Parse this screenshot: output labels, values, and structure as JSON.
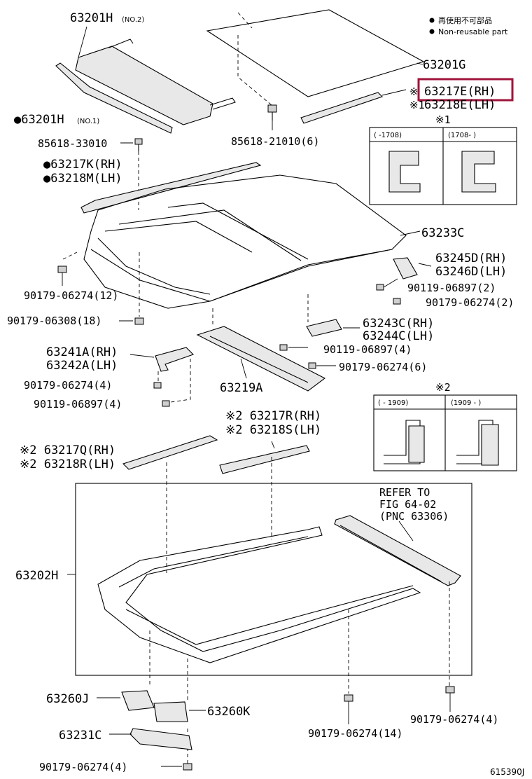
{
  "legend": {
    "jp": "再使用不可部品",
    "en": "Non-reusable part",
    "bullet": "●"
  },
  "figure_id": "615390J",
  "detail1": {
    "mark": "※1",
    "left_range": "(    -1708)",
    "right_range": "(1708-      )"
  },
  "detail2": {
    "mark": "※2",
    "left_range": "(   - 1909)",
    "right_range": "(1909 -     )"
  },
  "refer": {
    "line1": "REFER TO",
    "line2": "FIG 64-02",
    "line3": "(PNC 63306)"
  },
  "labels": {
    "p63201H_no2": "63201H",
    "no2": "(NO.2)",
    "p63201G": "63201G",
    "p63217E": "63217E(RH)",
    "p63218E": "63218E(LH)",
    "mark_s1_a": "※",
    "mark_s1_b": "※1",
    "p63201H_no1": "●63201H",
    "no1": "(NO.1)",
    "p85618_33010": "85618-33010",
    "p85618_21010": "85618-21010(6)",
    "p63217K": "●63217K(RH)",
    "p63218M": "●63218M(LH)",
    "p63233C": "63233C",
    "p63245D": "63245D(RH)",
    "p63246D": "63246D(LH)",
    "p90119_06897_2": "90119-06897(2)",
    "p90179_06274_2": "90179-06274(2)",
    "p90179_06274_12": "90179-06274(12)",
    "p90179_06308_18": "90179-06308(18)",
    "p63243C": "63243C(RH)",
    "p63244C": "63244C(LH)",
    "p90119_06897_4a": "90119-06897(4)",
    "p90179_06274_6": "90179-06274(6)",
    "p63241A": "63241A(RH)",
    "p63242A": "63242A(LH)",
    "p90179_06274_4a": "90179-06274(4)",
    "p90119_06897_4b": "90119-06897(4)",
    "p63219A": "63219A",
    "p63217R": "※2 63217R(RH)",
    "p63218S": "※2 63218S(LH)",
    "p63217Q": "※2 63217Q(RH)",
    "p63218R": "※2 63218R(LH)",
    "p63202H": "63202H",
    "p63260J": "63260J",
    "p63260K": "63260K",
    "p63231C": "63231C",
    "p90179_06274_4b": "90179-06274(4)",
    "p90179_06274_14": "90179-06274(14)",
    "p90179_06274_4c": "90179-06274(4)"
  },
  "highlight": {
    "color": "#a0143c",
    "target": "63217E(RH)"
  }
}
